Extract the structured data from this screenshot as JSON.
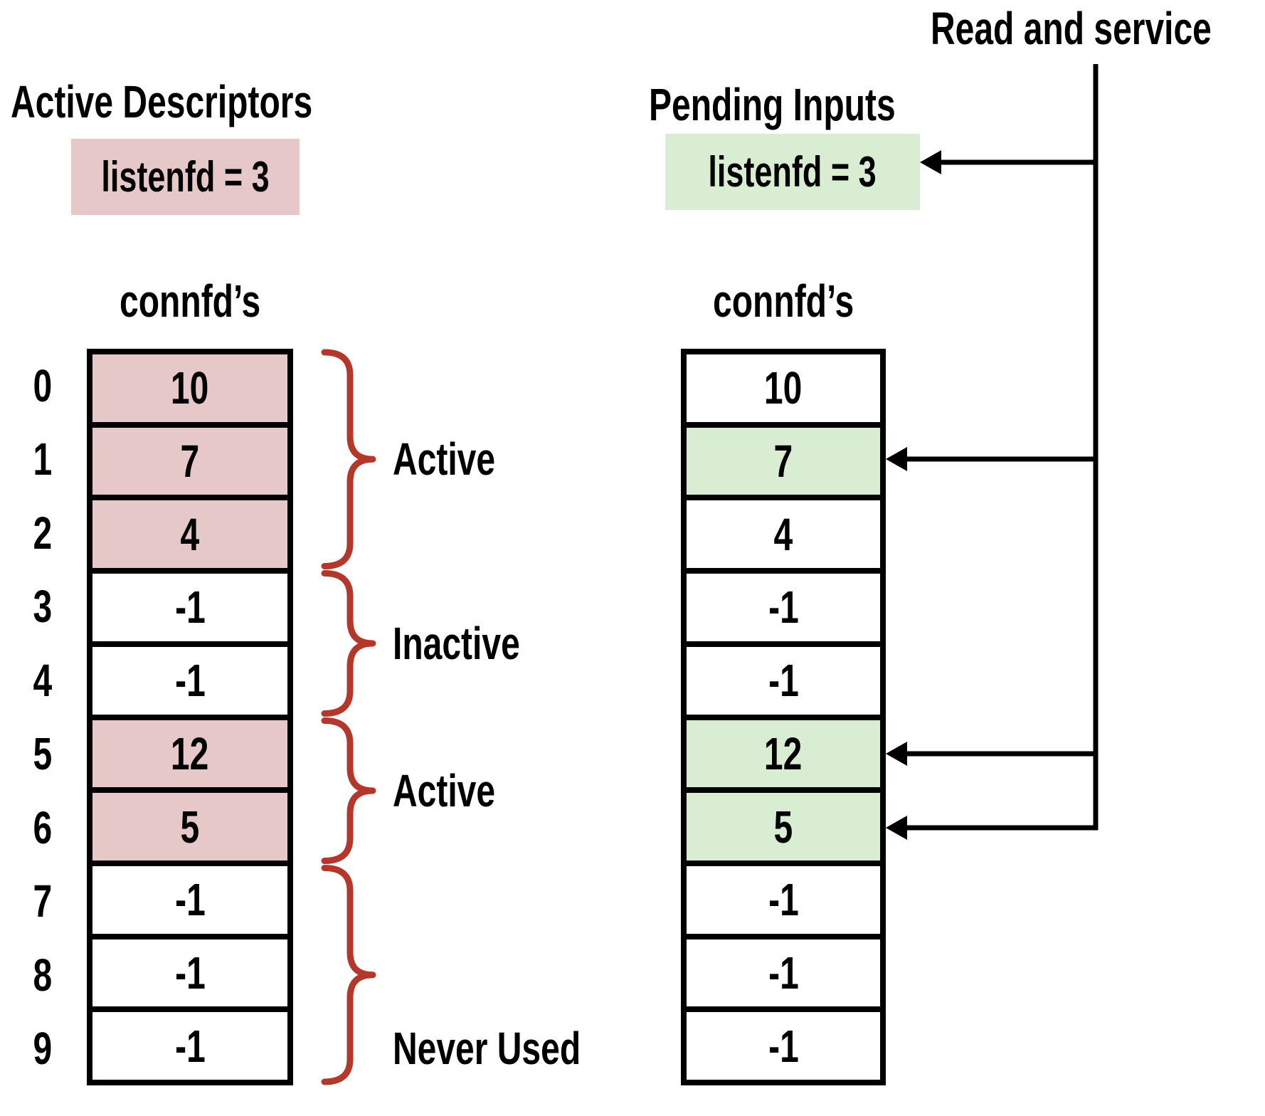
{
  "left": {
    "title": "Active Descriptors",
    "listenfd": "listenfd = 3",
    "array_title": "connfd’s",
    "indices": [
      "0",
      "1",
      "2",
      "3",
      "4",
      "5",
      "6",
      "7",
      "8",
      "9"
    ],
    "cells": [
      {
        "value": "10",
        "state": "active"
      },
      {
        "value": "7",
        "state": "active"
      },
      {
        "value": "4",
        "state": "active"
      },
      {
        "value": "-1",
        "state": "inactive"
      },
      {
        "value": "-1",
        "state": "inactive"
      },
      {
        "value": "12",
        "state": "active"
      },
      {
        "value": "5",
        "state": "active"
      },
      {
        "value": "-1",
        "state": "never-used"
      },
      {
        "value": "-1",
        "state": "never-used"
      },
      {
        "value": "-1",
        "state": "never-used"
      }
    ],
    "groups": [
      {
        "label": "Active",
        "rows": [
          0,
          2
        ]
      },
      {
        "label": "Inactive",
        "rows": [
          3,
          4
        ]
      },
      {
        "label": "Active",
        "rows": [
          5,
          6
        ]
      },
      {
        "label": "Never Used",
        "rows": [
          7,
          9
        ],
        "label_at_row": 9
      }
    ]
  },
  "right": {
    "title": "Pending Inputs",
    "listenfd": "listenfd = 3",
    "array_title": "connfd’s",
    "read_service": "Read and service",
    "cells": [
      {
        "value": "10",
        "pending": false
      },
      {
        "value": "7",
        "pending": true
      },
      {
        "value": "4",
        "pending": false
      },
      {
        "value": "-1",
        "pending": false
      },
      {
        "value": "-1",
        "pending": false
      },
      {
        "value": "12",
        "pending": true
      },
      {
        "value": "5",
        "pending": true
      },
      {
        "value": "-1",
        "pending": false
      },
      {
        "value": "-1",
        "pending": false
      },
      {
        "value": "-1",
        "pending": false
      }
    ],
    "arrows": [
      {
        "target": "listenfd-box"
      },
      {
        "target": "row-1"
      },
      {
        "target": "row-5"
      },
      {
        "target": "row-6"
      }
    ]
  },
  "colors": {
    "active_fill": "#e7c8c8",
    "pending_fill": "#d9edd3",
    "brace": "#b3372a",
    "line": "#000000",
    "text": "#000000",
    "background": "#ffffff"
  }
}
